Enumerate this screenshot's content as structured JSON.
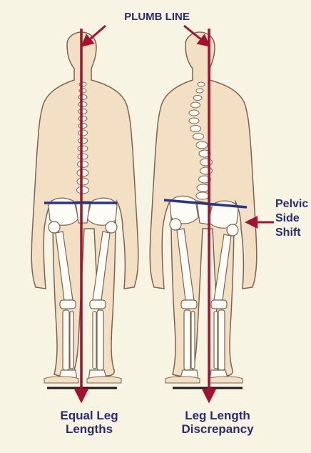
{
  "diagram": {
    "title": "PLUMB LINE",
    "left_caption": "Equal Leg\nLengths",
    "right_caption": "Leg Length\nDiscrepancy",
    "pelvic_label": "Pelvic\nSide\nShift"
  },
  "colors": {
    "background": "#f7f4e4",
    "body": "#f3dfc3",
    "outline": "#7a6552",
    "bone": "#fefcf6",
    "plumb_line": "#a3122f",
    "pelvis_line": "#27348b",
    "label_text": "#2a2a7a",
    "floor": "#1a1a1a"
  }
}
